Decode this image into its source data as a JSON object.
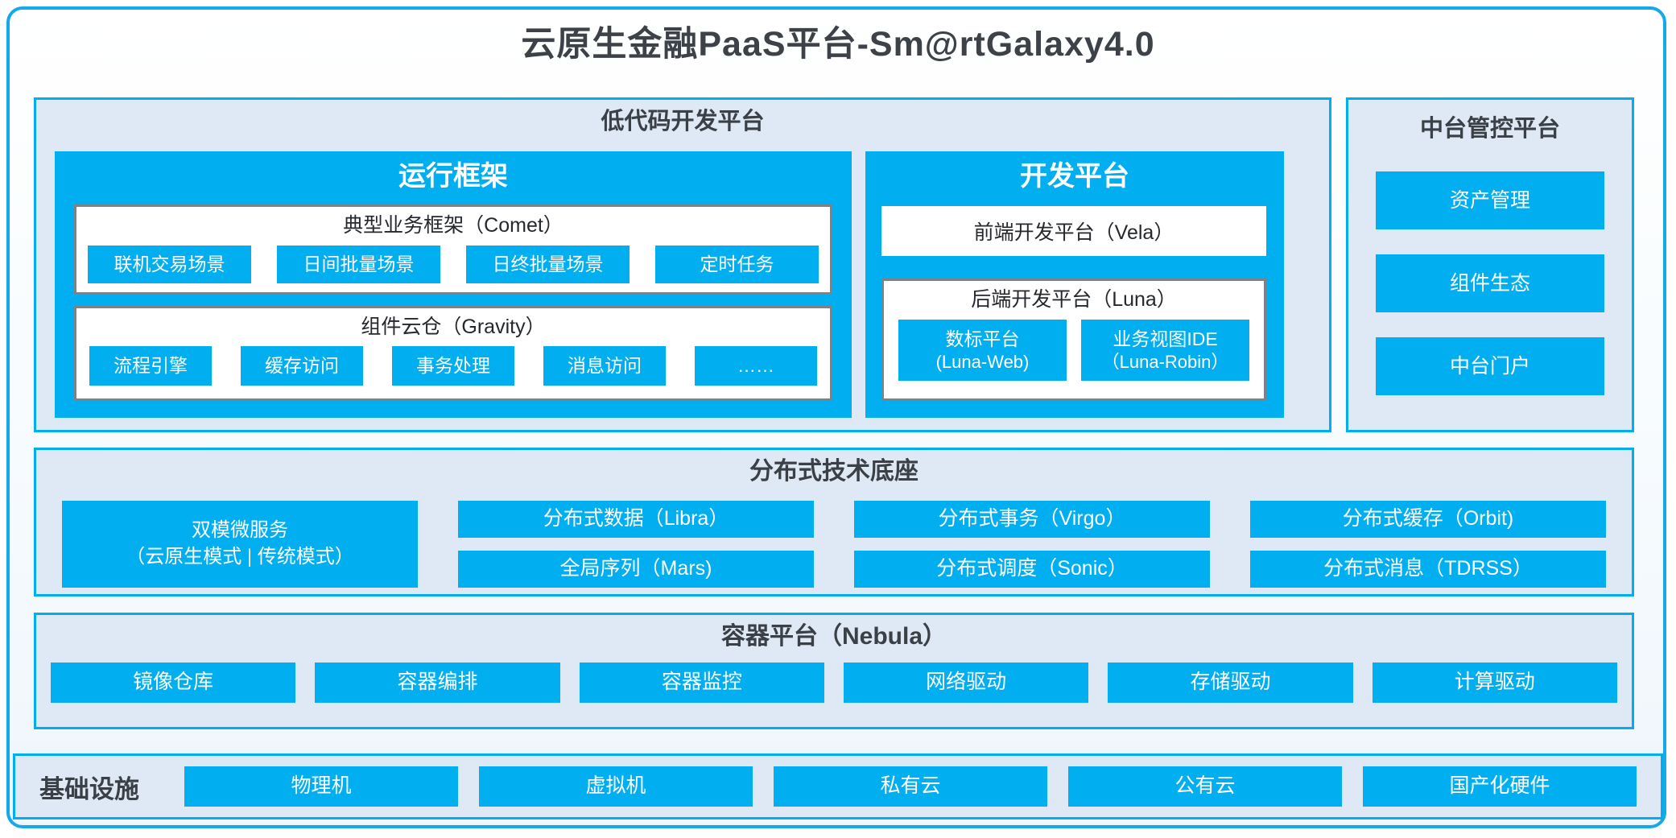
{
  "title": "云原生金融PaaS平台-Sm@rtGalaxy4.0",
  "colors": {
    "accent_blue": "#01aeef",
    "section_bg": "#dee9f5",
    "section_border": "#00aeef",
    "gray_box_border": "#7e8286",
    "dark_text": "#3b4046"
  },
  "lowcode": {
    "header": "低代码开发平台",
    "runtime": {
      "title": "运行框架",
      "comet": {
        "title": "典型业务框架（Comet）",
        "items": [
          "联机交易场景",
          "日间批量场景",
          "日终批量场景",
          "定时任务"
        ]
      },
      "gravity": {
        "title": "组件云仓（Gravity）",
        "items": [
          "流程引擎",
          "缓存访问",
          "事务处理",
          "消息访问",
          "……"
        ]
      }
    },
    "dev": {
      "title": "开发平台",
      "vela": "前端开发平台（Vela）",
      "luna": {
        "title": "后端开发平台（Luna）",
        "items": [
          {
            "line1": "数标平台",
            "line2": "(Luna-Web)"
          },
          {
            "line1": "业务视图IDE",
            "line2": "（Luna-Robin）"
          }
        ]
      }
    }
  },
  "midplatform": {
    "header": "中台管控平台",
    "items": [
      "资产管理",
      "组件生态",
      "中台门户"
    ]
  },
  "distributed": {
    "header": "分布式技术底座",
    "dual": {
      "line1": "双模微服务",
      "line2": "（云原生模式 | 传统模式）"
    },
    "row1": [
      "分布式数据（Libra）",
      "分布式事务（Virgo）",
      "分布式缓存（Orbit)"
    ],
    "row2": [
      "全局序列（Mars)",
      "分布式调度（Sonic）",
      "分布式消息（TDRSS）"
    ]
  },
  "container_platform": {
    "header": "容器平台（Nebula）",
    "items": [
      "镜像仓库",
      "容器编排",
      "容器监控",
      "网络驱动",
      "存储驱动",
      "计算驱动"
    ]
  },
  "infrastructure": {
    "label": "基础设施",
    "items": [
      "物理机",
      "虚拟机",
      "私有云",
      "公有云",
      "国产化硬件"
    ]
  }
}
